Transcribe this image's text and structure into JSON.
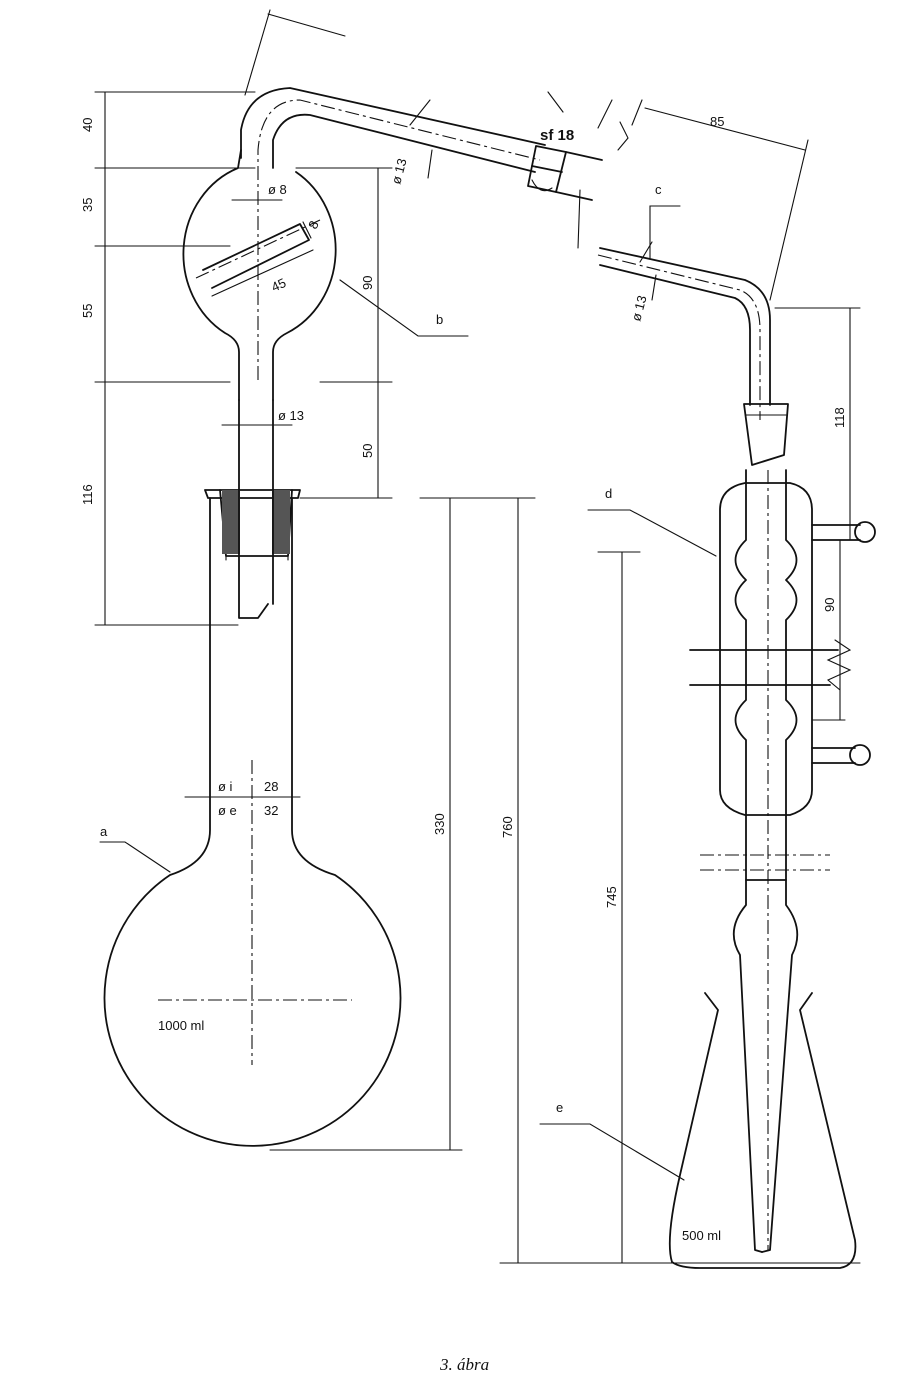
{
  "labels": {
    "a": "a",
    "b": "b",
    "c": "c",
    "d": "d",
    "e": "e"
  },
  "dimensions": {
    "d40": "40",
    "d35": "35",
    "d55": "55",
    "d116": "116",
    "d90_bulb": "90",
    "d50": "50",
    "d330": "330",
    "d760": "760",
    "d745": "745",
    "d118": "118",
    "d90_condenser": "90",
    "d85": "85",
    "d45": "45",
    "d8_tube": "8",
    "d8_ring": "ø 8",
    "d13_stem": "ø 13",
    "d13_upper": "ø 13",
    "d13_lower": "ø 13",
    "di_label": "ø i",
    "di_value": "28",
    "de_label": "ø e",
    "de_value": "32",
    "joint": "sf 18"
  },
  "volumes": {
    "flask": "1000 ml",
    "erlenmeyer": "500 ml"
  },
  "caption": "3. ábra"
}
